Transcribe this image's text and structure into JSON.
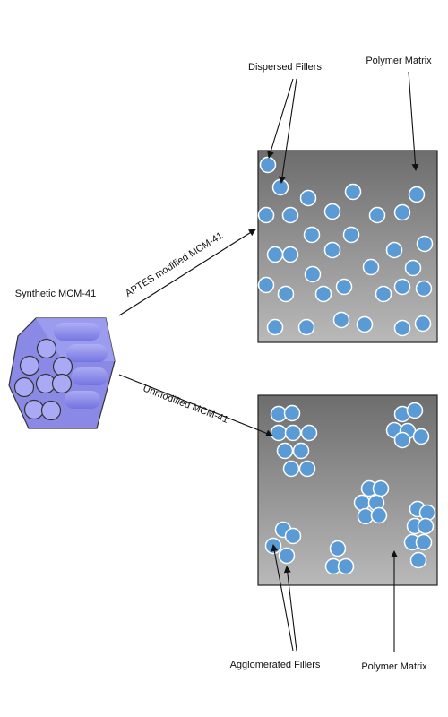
{
  "labels": {
    "dispersed_fillers": "Dispersed Fillers",
    "polymer_matrix_top": "Polymer Matrix",
    "synthetic": "Synthetic MCM-41",
    "aptes": "APTES modified MCM-41",
    "unmodified": "Unmodified MCM-41",
    "agglomerated_fillers": "Agglomerated Fillers",
    "polymer_matrix_bottom": "Polymer Matrix"
  },
  "colors": {
    "particle_fill": "#5b9bd5",
    "particle_stroke": "#ffffff",
    "matrix_dark": "#6d6d6d",
    "matrix_light": "#b9b9b9",
    "hexagon": "#8f8fe8",
    "pore": "#a9a9f6"
  }
}
